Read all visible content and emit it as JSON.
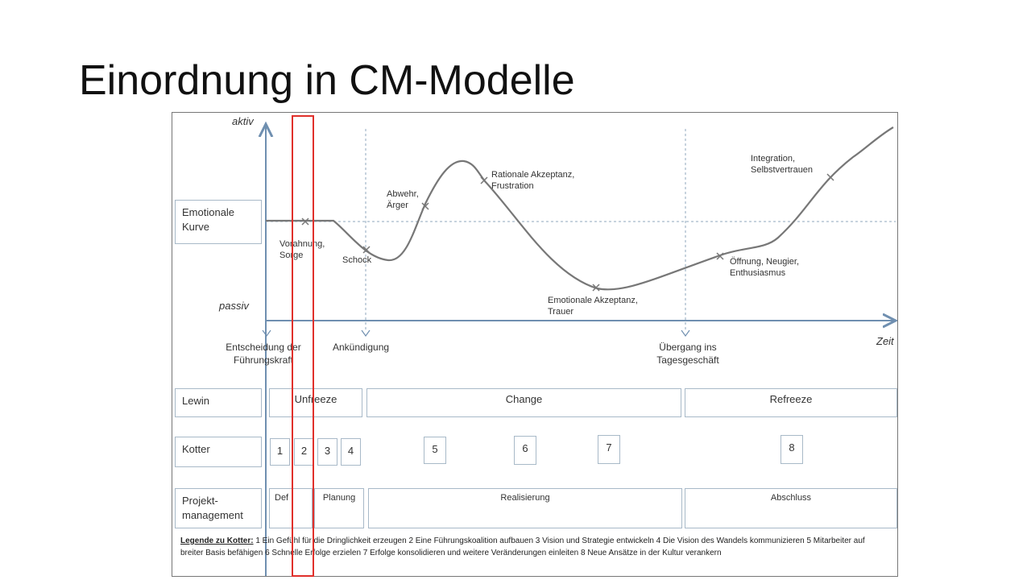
{
  "title": "Einordnung in CM-Modelle",
  "axis": {
    "y_top": "aktiv",
    "y_bottom": "passiv",
    "x": "Zeit"
  },
  "row_labels": {
    "emotional": "Emotionale Kurve",
    "lewin": "Lewin",
    "kotter": "Kotter",
    "pm": "Projekt-management"
  },
  "curve_labels": {
    "vorahnung": "Vorahnung, Sorge",
    "schock": "Schock",
    "abwehr": "Abwehr, Ärger",
    "rational": "Rationale Akzeptanz, Frustration",
    "emotional_akzeptanz": "Emotionale Akzeptanz, Trauer",
    "oeffnung": "Öffnung, Neugier, Enthusiasmus",
    "integration": "Integration, Selbstvertrauen"
  },
  "milestones": {
    "entscheidung": "Entscheidung der Führungskraft",
    "ankuendigung": "Ankündigung",
    "uebergang": "Übergang ins Tagesgeschäft"
  },
  "lewin": {
    "unfreeze": "Unfreeze",
    "change": "Change",
    "refreeze": "Refreeze"
  },
  "kotter": [
    "1",
    "2",
    "3",
    "4",
    "5",
    "6",
    "7",
    "8"
  ],
  "pm": {
    "def": "Def",
    "planung": "Planung",
    "realisierung": "Realisierung",
    "abschluss": "Abschluss"
  },
  "legend": {
    "heading": "Legende zu Kotter:",
    "text": " 1 Ein Gefühl für die Dringlichkeit erzeugen 2 Eine Führungskoalition aufbauen 3 Vision und Strategie entwickeln 4 Die Vision des Wandels kommunizieren 5 Mitarbeiter auf breiter Basis befähigen 6 Schnelle Erfolge erzielen 7 Erfolge konsolidieren und weitere Veränderungen einleiten 8 Neue Ansätze in der Kultur verankern"
  },
  "colors": {
    "axis": "#6f8fb0",
    "highlight": "#e0302b",
    "box_border": "#a8b9c8",
    "curve": "#777777"
  }
}
